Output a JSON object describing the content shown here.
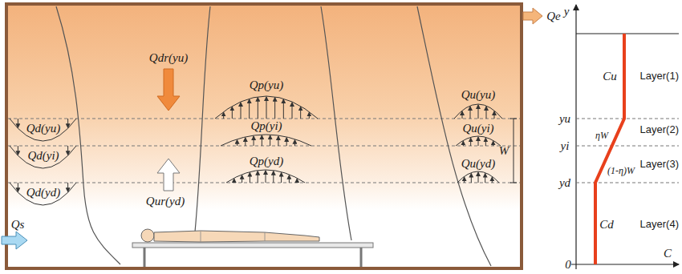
{
  "diagram": {
    "labels": [
      "Qdr(yu)",
      "Qp(yu)",
      "Qu(yu)",
      "Qe",
      "Qd(yu)",
      "Qp(yi)",
      "Qu(yi)",
      "Qd(yi)",
      "Qp(yd)",
      "Qu(yd)",
      "Qd(yd)",
      "Qur(yd)",
      "W",
      "Qs",
      "y",
      "yu",
      "yi",
      "yd",
      "0",
      "C",
      "Cu",
      "ηW",
      "(1-η)W",
      "Cd",
      "Layer(1)",
      "Layer(2)",
      "Layer(3)",
      "Layer(4)"
    ]
  }
}
